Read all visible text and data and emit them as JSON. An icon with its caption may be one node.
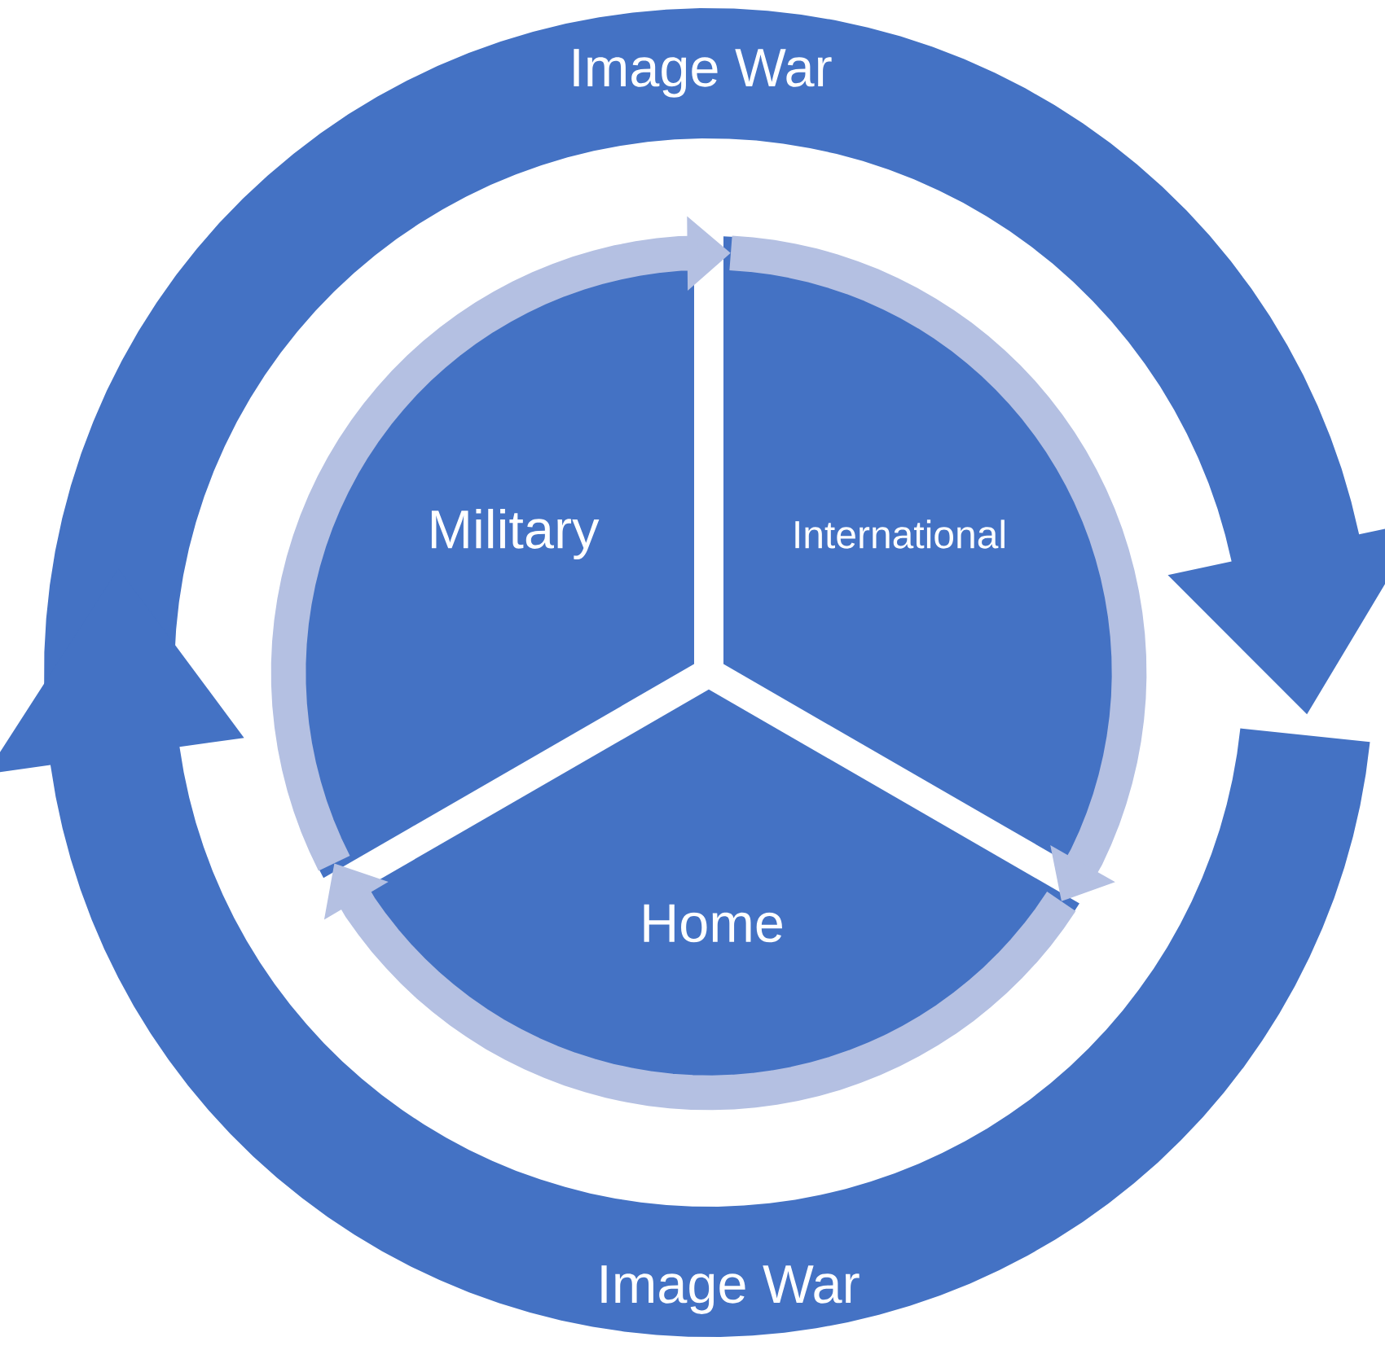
{
  "diagram": {
    "nodes": [
      {
        "text": [
          "Military"
        ]
      },
      {
        "text": [
          "International"
        ]
      },
      {
        "text": [
          "Home"
        ]
      }
    ],
    "edges": [
      {
        "from": 0,
        "to": 1,
        "arrow": "to"
      },
      {
        "from": 1,
        "to": 2,
        "arrow": "to"
      },
      {
        "from": 2,
        "to": 0,
        "arrow": "to"
      }
    ],
    "labels": [
      "Image War",
      "Image War"
    ]
  }
}
